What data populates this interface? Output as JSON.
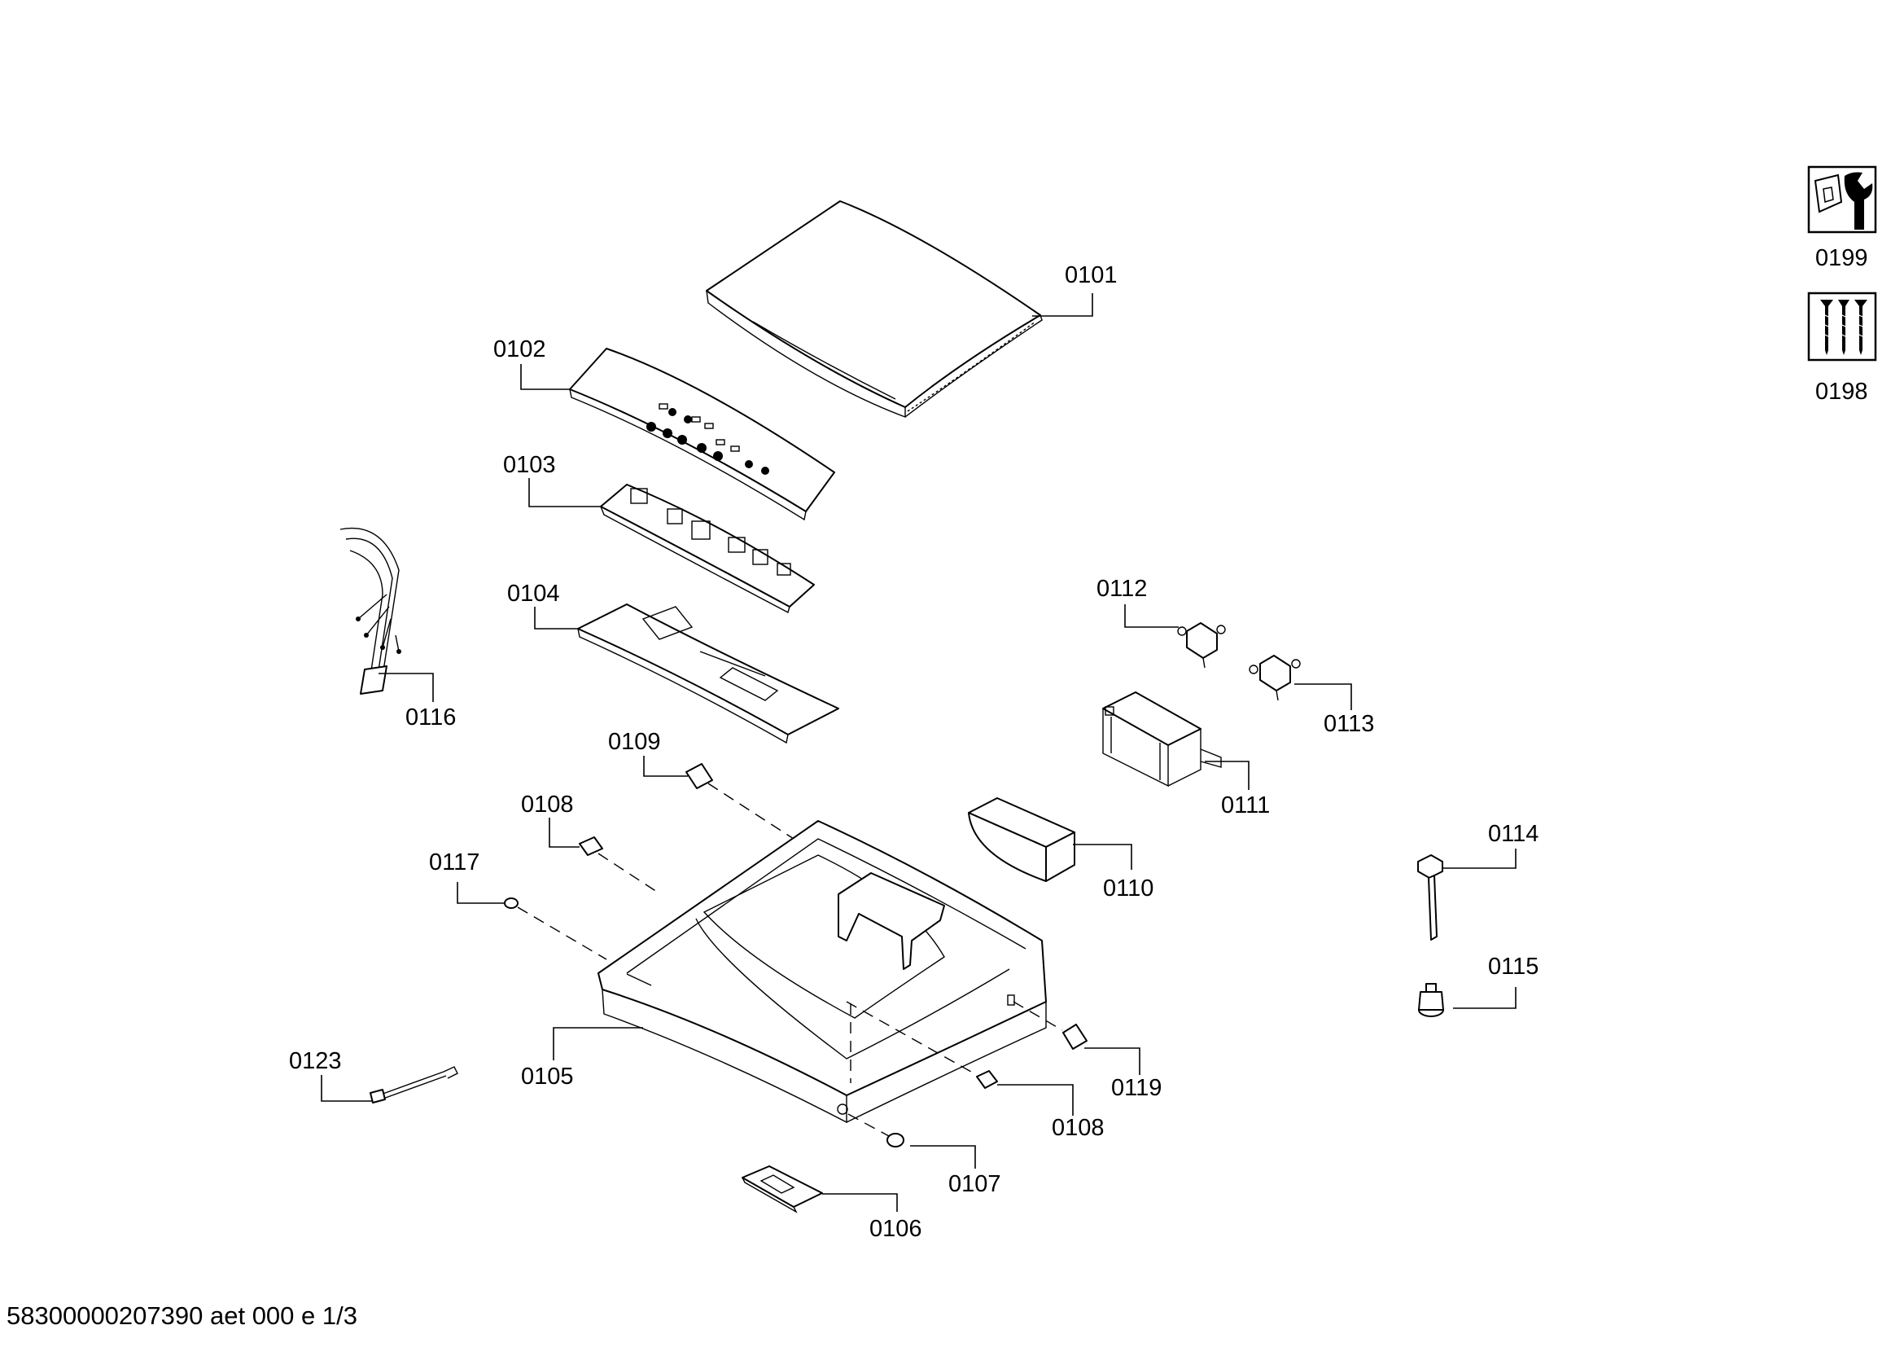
{
  "diagram": {
    "parts": {
      "p0101": "0101",
      "p0102": "0102",
      "p0103": "0103",
      "p0104": "0104",
      "p0105": "0105",
      "p0106": "0106",
      "p0107": "0107",
      "p0108a": "0108",
      "p0108b": "0108",
      "p0109": "0109",
      "p0110": "0110",
      "p0111": "0111",
      "p0112": "0112",
      "p0113": "0113",
      "p0114": "0114",
      "p0115": "0115",
      "p0116": "0116",
      "p0117": "0117",
      "p0119": "0119",
      "p0123": "0123",
      "p0198": "0198",
      "p0199": "0199"
    },
    "icons": {
      "p0199": "wrench-nut-icon",
      "p0198": "screws-icon"
    }
  },
  "footer": {
    "document_code": "58300000207390 aet 000 e 1/3"
  }
}
